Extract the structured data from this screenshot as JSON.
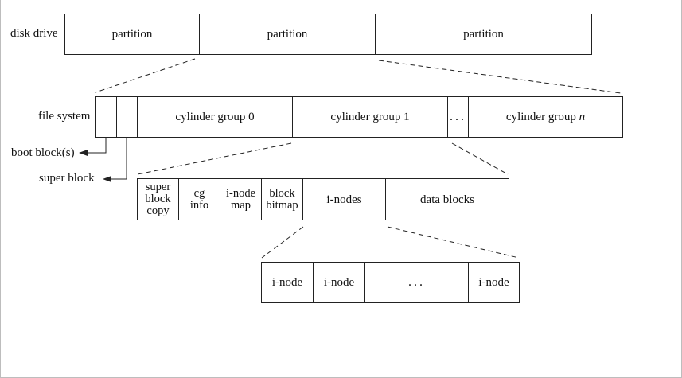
{
  "labels": {
    "disk_drive": "disk drive",
    "file_system": "file system",
    "boot_blocks": "boot block(s)",
    "super_block": "super block"
  },
  "disk": {
    "partitions": [
      "partition",
      "partition",
      "partition"
    ]
  },
  "filesystem": {
    "cg0": "cylinder group 0",
    "cg1": "cylinder group 1",
    "ellipsis": "...",
    "cgn_prefix": "cylinder group ",
    "cgn_suffix": "n"
  },
  "cylinder_group": {
    "super_block_copy": "super\nblock\ncopy",
    "cg_info": "cg\ninfo",
    "inode_map": "i-node\nmap",
    "block_bitmap": "block\nbitmap",
    "inodes": "i-nodes",
    "data_blocks": "data blocks"
  },
  "inodes": {
    "items": [
      "i-node",
      "i-node",
      "...",
      "i-node"
    ]
  },
  "colors": {
    "line": "#222222",
    "frame": "#bdbdbd"
  }
}
